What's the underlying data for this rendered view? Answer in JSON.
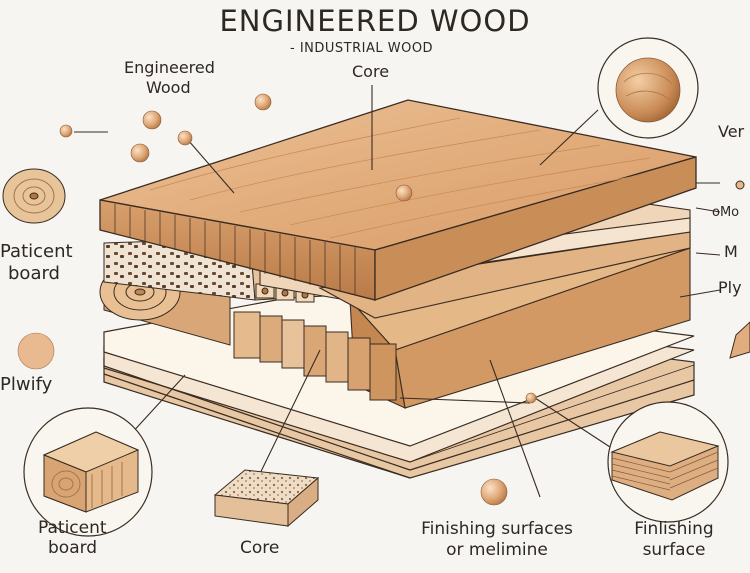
{
  "title": "ENGINEERED WOOD",
  "subtitle": "- INDUSTRIAL WOOD",
  "labels": {
    "engineered": "Engineered",
    "wood": "Wood",
    "core_top": "Core",
    "patient_1": "Paticent",
    "board_1": "board",
    "plywify": "Plwify",
    "patient_2": "Paticent",
    "board_2": "board",
    "core_bottom": "Core",
    "finish_1": "Finishing surfaces",
    "finish_2": "or melimine",
    "finlish_1": "Finlishing",
    "finlish_2": "surface",
    "right_ver": "Ver",
    "right_omo": "oMo",
    "right_m": "M",
    "right_ply": "Ply"
  },
  "colors": {
    "background": "#f7f5f1",
    "wood_light": "#e8b88a",
    "wood_mid": "#d59a68",
    "wood_dark": "#b47444",
    "line": "#3a2c22"
  },
  "icons": [
    "wood-ball-icon",
    "log-end-icon",
    "particle-board-sample-icon",
    "core-sample-icon",
    "layered-panel-sample-icon"
  ]
}
